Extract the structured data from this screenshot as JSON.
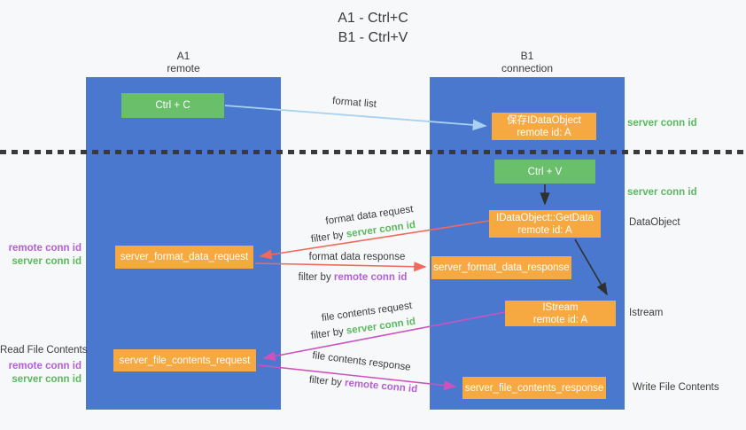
{
  "title": {
    "line1": "A1 - Ctrl+C",
    "line2": "B1 - Ctrl+V"
  },
  "columns": {
    "left": {
      "name": "A1",
      "subtitle": "remote"
    },
    "right": {
      "name": "B1",
      "subtitle": "connection"
    }
  },
  "nodes": {
    "ctrl_c": {
      "label": "Ctrl + C"
    },
    "save_idataobject": {
      "line1": "保存IDataObject",
      "line2": "remote id: A"
    },
    "ctrl_v": {
      "label": "Ctrl + V"
    },
    "getdata": {
      "line1": "IDataObject::GetData",
      "line2": "remote id: A"
    },
    "format_request": {
      "label": "server_format_data_request"
    },
    "format_response": {
      "label": "server_format_data_response"
    },
    "istream": {
      "line1": "IStream",
      "line2": "remote id: A"
    },
    "file_request": {
      "label": "server_file_contents_request"
    },
    "file_response": {
      "label": "server_file_contents_response"
    }
  },
  "arrows": {
    "format_list": "format list",
    "format_data_request": "format data request",
    "format_data_response": "format data response",
    "file_contents_request": "file contents request",
    "file_contents_response": "file contents response",
    "filter_by": "filter by",
    "server_conn_id": "server conn id",
    "remote_conn_id": "remote conn id"
  },
  "side_labels": {
    "right_server_conn_id_top": "server conn id",
    "right_server_conn_id_mid": "server conn id",
    "data_object": "DataObject",
    "istream": "Istream",
    "write_file_contents": "Write File Contents",
    "read_file_contents": "Read File Contents",
    "left_remote_conn_id_top": "remote conn id",
    "left_server_conn_id_top": "server conn id",
    "left_remote_conn_id_bottom": "remote conn id",
    "left_server_conn_id_bottom": "server conn id"
  },
  "colors": {
    "column_blue": "#4a78cf",
    "box_green": "#6abf6b",
    "box_orange": "#f7a941",
    "green_text": "#5cb860",
    "purple_text": "#b55fd3",
    "red_arrow": "#f06a5c",
    "magenta_arrow": "#cc52be",
    "light_blue_arrow": "#a8d2f0",
    "black_arrow": "#2f2f2f",
    "dark_text": "#3c3c3c"
  }
}
